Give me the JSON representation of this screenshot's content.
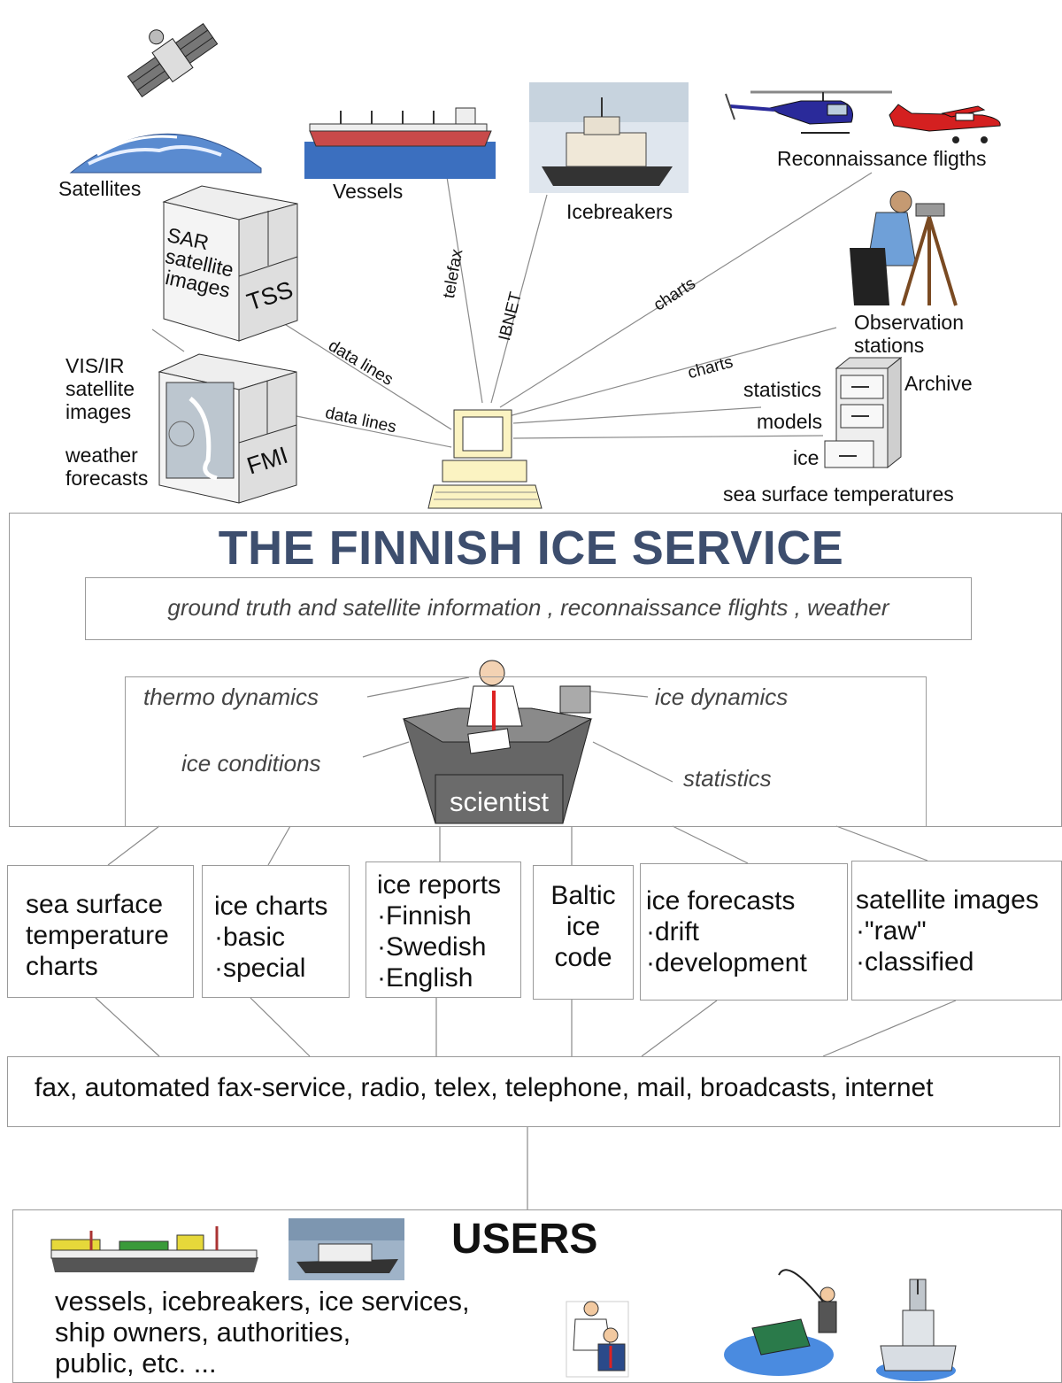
{
  "sources": {
    "satellites": "Satellites",
    "vessels": "Vessels",
    "icebreakers": "Icebreakers",
    "reconnaissance": "Reconnaissance fligths",
    "observation_line1": "Observation",
    "observation_line2": "stations",
    "tss_label": "TSS",
    "sar_line1": "SAR",
    "sar_line2": "satellite",
    "sar_line3": "images",
    "fmi_label": "FMI",
    "visir_line1": "VIS/IR",
    "visir_line2": "satellite",
    "visir_line3": "images",
    "weather_line1": "weather",
    "weather_line2": "forecasts",
    "archive": "Archive",
    "statistics": "statistics",
    "models": "models",
    "ice": "ice",
    "sst": "sea surface temperatures"
  },
  "links": {
    "telefax": "telefax",
    "ibnet": "IBNET",
    "charts_upper": "charts",
    "charts_lower": "charts",
    "data_lines_upper": "data lines",
    "data_lines_lower": "data lines"
  },
  "service": {
    "title": "THE FINNISH ICE SERVICE",
    "subtitle": "ground truth and satellite information , reconnaissance flights , weather",
    "thermo": "thermo dynamics",
    "ice_dynamics": "ice dynamics",
    "ice_conditions": "ice conditions",
    "statistics": "statistics",
    "scientist": "scientist"
  },
  "products": [
    {
      "lines": [
        "sea surface",
        "temperature",
        "charts"
      ]
    },
    {
      "lines": [
        "ice charts",
        "·basic",
        "·special"
      ]
    },
    {
      "lines": [
        "ice reports",
        "·Finnish",
        "·Swedish",
        "·English"
      ]
    },
    {
      "lines": [
        "Baltic",
        "ice",
        "code"
      ]
    },
    {
      "lines": [
        "ice forecasts",
        "·drift",
        "·development"
      ]
    },
    {
      "lines": [
        "satellite images",
        "·\"raw\"",
        "·classified"
      ]
    }
  ],
  "distribution": "fax, automated fax-service, radio, telex, telephone, mail, broadcasts, internet",
  "users": {
    "title": "USERS",
    "line1": "vessels, icebreakers, ice services,",
    "line2": "ship owners, authorities,",
    "line3": "public, etc. ..."
  },
  "colors": {
    "title": "#3d4e6e",
    "line": "#8a8a8a",
    "sea": "#3b6fbf",
    "heli": "#2a2a9a",
    "plane": "#d42020"
  },
  "icons": [
    "satellite-icon",
    "earth-icon",
    "cargo-ship-icon",
    "icebreaker-photo-icon",
    "helicopter-icon",
    "airplane-icon",
    "surveyor-icon",
    "server-tss-icon",
    "server-fmi-icon",
    "computer-icon",
    "archive-cabinet-icon",
    "scientist-desk-icon",
    "users-ship-icon",
    "users-icebreaker-icon",
    "office-people-icon",
    "fisherman-icon",
    "coast-guard-icon"
  ]
}
